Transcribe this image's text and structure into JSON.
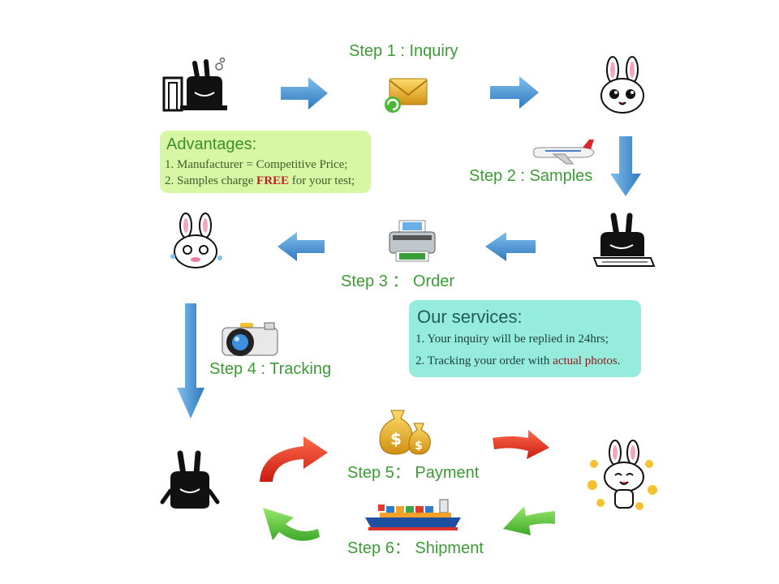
{
  "steps": {
    "step1": "Step 1 : Inquiry",
    "step2": "Step 2 : Samples",
    "step3": "Step 3 ： Order",
    "step4": "Step 4 : Tracking",
    "step5": "Step 5： Payment",
    "step6": "Step 6： Shipment"
  },
  "advantages": {
    "title": "Advantages:",
    "line1": "1. Manufacturer = Competitive Price;",
    "line2_pre": "2. Samples charge ",
    "line2_highlight": "FREE",
    "line2_post": " for your test;"
  },
  "services": {
    "title": "Our services:",
    "line1": "1. Your inquiry will be replied in 24hrs;",
    "line2_pre": "2. Tracking your order with ",
    "line2_highlight": "actual photos",
    "line2_post": "."
  },
  "colors": {
    "step_text": "#3d9b35",
    "blue_arrow": "#3a8fd1",
    "red_arrow": "#e0321e",
    "green_arrow": "#5cc83a",
    "advantages_bg": "#d8f7a4",
    "services_bg": "#96ecdc"
  },
  "icons": [
    "black-creature-computer-icon",
    "envelope-icon",
    "bunny-icon",
    "airplane-icon",
    "black-creature-printer-icon",
    "printer-icon",
    "bunny-crying-icon",
    "camera-icon",
    "black-creature-icon",
    "money-bags-icon",
    "bunny-happy-icon",
    "cargo-ship-icon"
  ]
}
